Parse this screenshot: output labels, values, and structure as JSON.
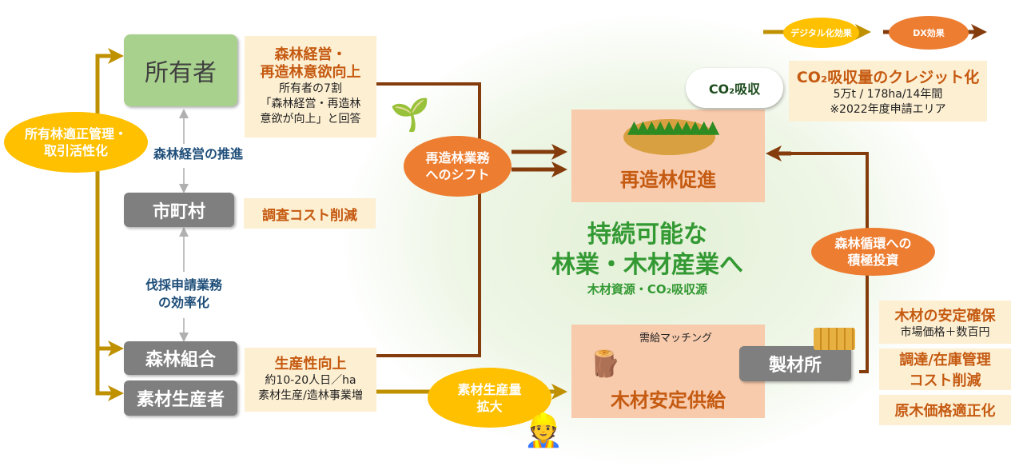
{
  "legend": {
    "digital": "デジタル化効果",
    "dx": "DX効果"
  },
  "credit": {
    "title": "CO₂吸収量のクレジット化",
    "line1": "5万t / 178ha/14年間",
    "line2": "※2022年度申請エリア"
  },
  "owner": {
    "label": "所有者"
  },
  "owner_note": {
    "title1": "森林経営・",
    "title2": "再造林意欲向上",
    "line1": "所有者の7割",
    "line2": "「森林経営・再造林",
    "line3": "意欲が向上」と回答"
  },
  "left_ellipse": {
    "line1": "所有林適正管理・",
    "line2": "取引活性化"
  },
  "label_forest_mgmt": "森林経営の推進",
  "municipality": {
    "label": "市町村",
    "note": "調査コスト削減"
  },
  "label_felling": {
    "line1": "伐採申請業務",
    "line2": "の効率化"
  },
  "cooperative": {
    "label": "森林組合"
  },
  "producer": {
    "label": "素材生産者"
  },
  "productivity": {
    "title": "生産性向上",
    "line1": "約10-20人日／ha",
    "line2": "素材生産/造林事業増"
  },
  "shift": {
    "line1": "再造林業務",
    "line2": "へのシフト"
  },
  "reforest": {
    "label": "再造林促進",
    "cloud": "CO₂吸収"
  },
  "center": {
    "line1": "持続可能な",
    "line2": "林業・木材産業へ",
    "sub": "木材資源・CO₂吸収源"
  },
  "supply": {
    "label": "木材安定供給",
    "matching": "需給マッチング"
  },
  "expand": {
    "line1": "素材生産量",
    "line2": "拡大"
  },
  "sawmill": {
    "label": "製材所"
  },
  "invest": {
    "line1": "森林循環への",
    "line2": "積極投資"
  },
  "right_notes": [
    {
      "title": "木材の安定確保",
      "sub": "市場価格＋数百円"
    },
    {
      "title": "調達/在庫管理",
      "title2": "コスト削減"
    },
    {
      "title": "原木価格適正化"
    }
  ],
  "colors": {
    "gold": "#bf9000",
    "brown": "#843c0c",
    "green": "#339933",
    "orange": "#ed7d31",
    "yellow": "#ffc000"
  }
}
